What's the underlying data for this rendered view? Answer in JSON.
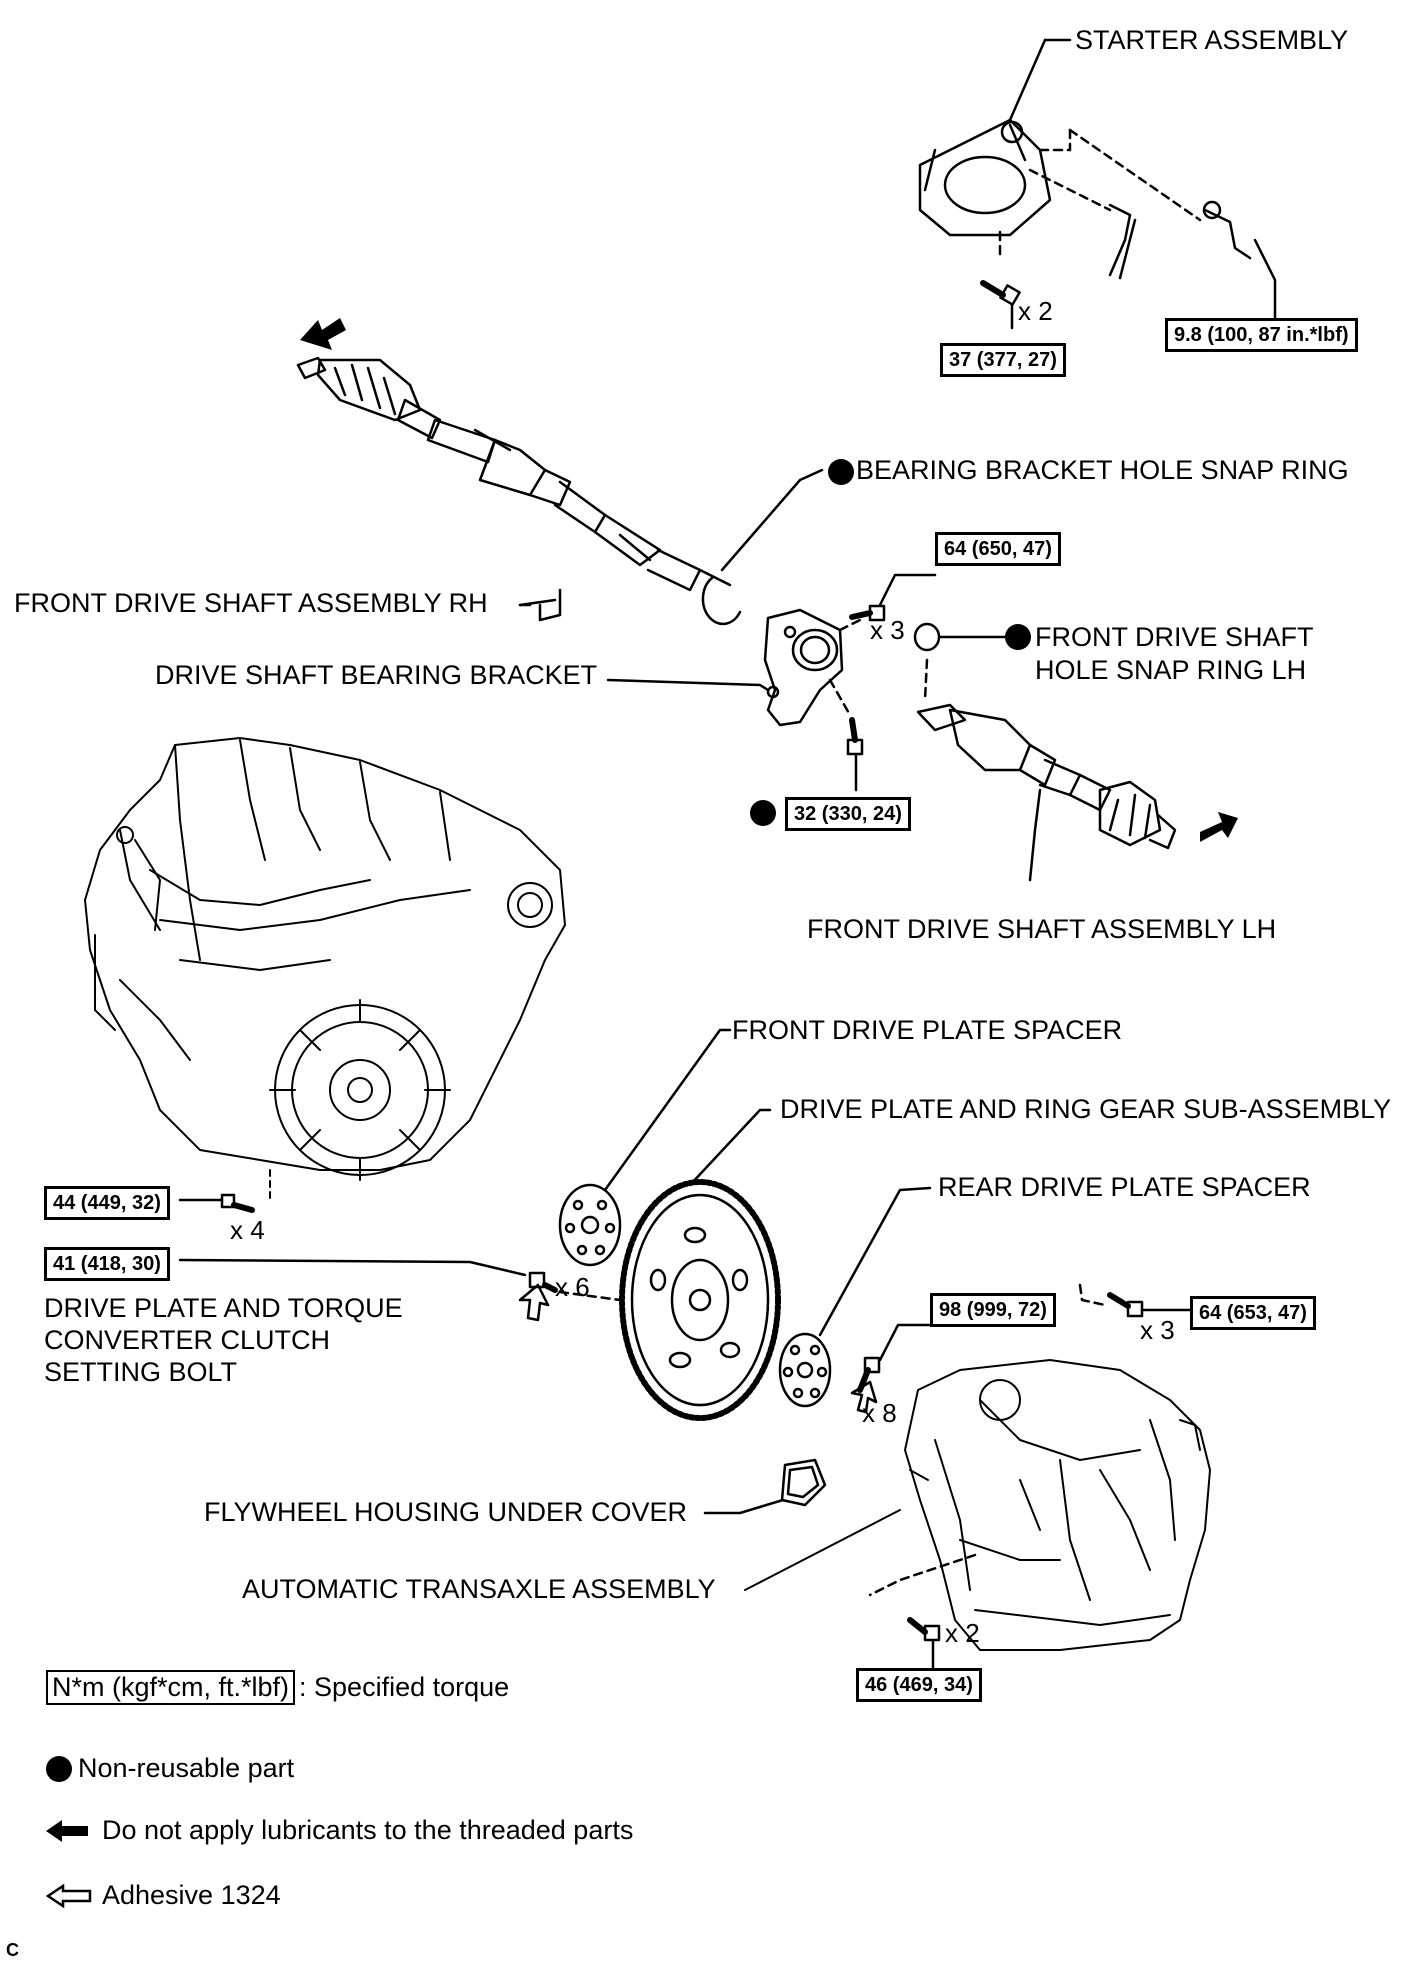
{
  "labels": {
    "starter": "STARTER ASSEMBLY",
    "snap_ring_bracket": "BEARING BRACKET HOLE SNAP RING",
    "drive_shaft_rh": "FRONT DRIVE SHAFT ASSEMBLY RH",
    "bearing_bracket": "DRIVE SHAFT BEARING BRACKET",
    "snap_ring_lh_1": "FRONT DRIVE SHAFT",
    "snap_ring_lh_2": "HOLE SNAP RING LH",
    "drive_shaft_lh": "FRONT DRIVE SHAFT ASSEMBLY LH",
    "front_spacer": "FRONT DRIVE PLATE SPACER",
    "drive_plate": "DRIVE PLATE AND RING GEAR SUB-ASSEMBLY",
    "rear_spacer": "REAR DRIVE PLATE SPACER",
    "setting_bolt_1": "DRIVE PLATE AND TORQUE",
    "setting_bolt_2": "CONVERTER CLUTCH",
    "setting_bolt_3": "SETTING BOLT",
    "under_cover": "FLYWHEEL HOUSING UNDER COVER",
    "transaxle": "AUTOMATIC TRANSAXLE ASSEMBLY"
  },
  "torques": {
    "starter_bolt": "37 (377, 27)",
    "starter_nut": "9.8 (100, 87 in.*lbf)",
    "bracket_bolt": "64 (650, 47)",
    "bracket_lower": "32 (330, 24)",
    "engine_bolt": "44 (449, 32)",
    "setting_bolt": "41 (418, 30)",
    "transaxle_top_left": "98 (999, 72)",
    "transaxle_top_right": "64 (653, 47)",
    "transaxle_bottom": "46 (469, 34)"
  },
  "quantities": {
    "starter_bolt": "x 2",
    "bracket_bolt": "x 3",
    "engine_bolt": "x 4",
    "setting_bolt": "x 6",
    "transaxle_top_left": "x 8",
    "transaxle_top_right": "x 3",
    "transaxle_bottom": "x 2"
  },
  "legend": {
    "torque_box": "N*m (kgf*cm, ft.*lbf)",
    "torque_text": ": Specified torque",
    "non_reusable": "Non-reusable part",
    "no_lubricant": "Do not apply lubricants to the threaded parts",
    "adhesive": "Adhesive 1324"
  },
  "image_code": "C",
  "icons": {
    "non_reusable": "filled-circle-icon",
    "no_lubricant": "solid-arrow-icon",
    "adhesive": "outline-arrow-icon"
  }
}
